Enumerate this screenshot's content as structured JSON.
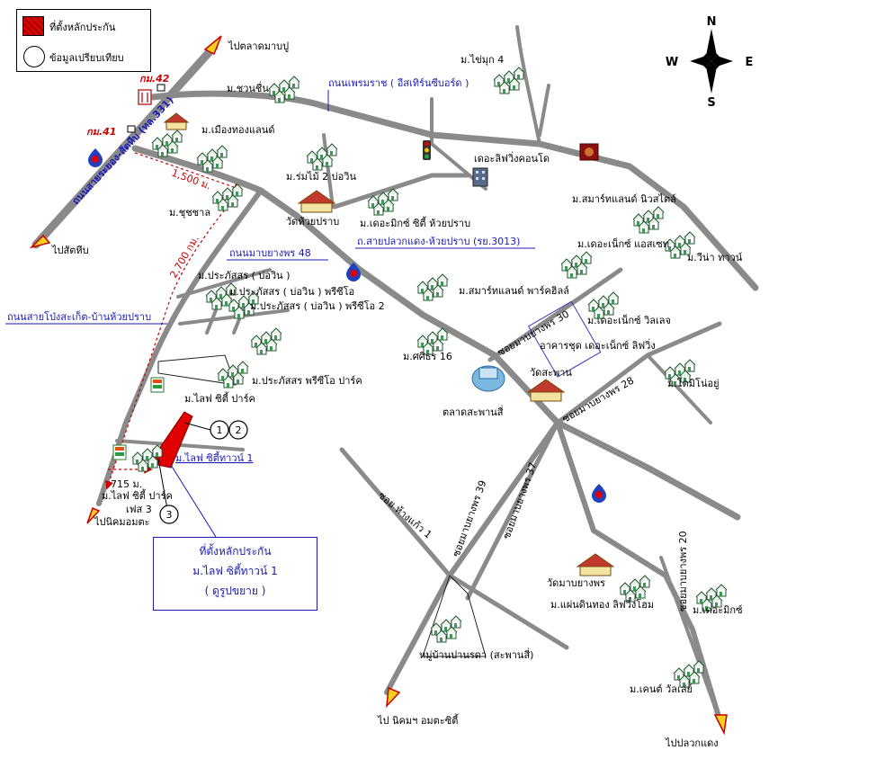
{
  "legend": {
    "collateral_label": "ที่ตั้งหลักประกัน",
    "comparable_label": "ข้อมูลเปรียบเทียบ"
  },
  "compass": {
    "n": "N",
    "s": "S",
    "e": "E",
    "w": "W"
  },
  "callout": {
    "line1": "ที่ตั้งหลักประกัน",
    "line2": "ม.ไลฟ ซิตี้ทาวน์ 1",
    "line3": "( ดูรูปขยาย )"
  },
  "roads": {
    "phetkasem": "ถนนเพรมราช ( อีสเทิร์นซีบอร์ด )",
    "sai_plong": "ถ.สายปลวกแดง-ห้วยปราบ (รย.3013)",
    "mabyangporn_48": "ถนนมาบยางพร 48",
    "sai_pong": "ถนนสายโป่งสะเก็ต-บ้านห้วยปราบ",
    "main_diag": "ถนนสายระยอง-สัตหีบ (ทล.331)",
    "soi_30": "ซอยมาบยางพร 30",
    "soi_28": "ซอยมาบยางพร 28",
    "soi_39": "ซอยมาบยางพร 39",
    "soi_37": "ซอยมาบยางพร 37",
    "soi_20": "ซอยมาบยางพร 20",
    "soi_hang": "ซอย ห้างแก้ว 1"
  },
  "km_markers": {
    "km42": "กม.42",
    "km41": "กม.41"
  },
  "distances": {
    "d1500": "1,500 ม.",
    "d2700": "2,700 กม.",
    "d715": "715 ม."
  },
  "directions": {
    "to_market": "ไปตลาดมาบปู",
    "to_sattahip": "ไปสัตหีบ",
    "to_estate": "ไปนิคมอมตะ",
    "to_amata": "ไป นิคมฯ อมตะซิตี้",
    "to_pluak": "ไปปลวกแดง"
  },
  "places": {
    "chuanchuen": "ม.ชวนชื่น",
    "mueangthong": "ม.เมืองทองแลนด์",
    "chutchada": "ม.ชุชชาล",
    "rommai": "ม.ร่มไม้ 2 บ่อวิน",
    "watkhuaiprab": "วัดห้วยปราบ",
    "themix": "ม.เดอะมิกซ์ ซิตี้ ห้วยปราบ",
    "saimuk": "ม.ไข่มุก 4",
    "living_condo": "เดอะลิฟวิ่งคอนโด",
    "smart_new": "ม.สมาร์ทแลนด์ นิวสไตล์",
    "next_ass": "ม.เดอะเน็กซ์ แอสเซท",
    "viva": "ม.วีน่า ทาวน์",
    "smart_park": "ม.สมาร์ทแลนด์ พาร์คฮิลล์",
    "next_village": "ม.เดอะเน็กซ์ วิลเลจ",
    "condo_next": "อาคารชุด เดอะเน็กซ์ ลิฟวิ่ง",
    "watsaphan": "วัดสะพาน",
    "market_saphan": "ตลาดสะพานสี่",
    "sasiri": "ม.ศศิธร 16",
    "domino": "ม.โดมิโน่อยู่",
    "prasat1": "ม.ประภัสสร ( บ่อวิน )",
    "prasat2": "ม.ประภัสสร ( บ่อวิน ) พรีซีโอ",
    "prasat3": "ม.ประภัสสร ( บ่อวิน ) พรีซีโอ 2",
    "prasat_park": "ม.ประภัสสร พรีซีโอ ปาร์ค",
    "life_park": "ม.ไลฟ ซิตี้ ปาร์ค",
    "life_town": "ม.ไลฟ ซิตี้ทาวน์ 1",
    "life_park3a": "ม.ไลฟ ซิตี้ ปาร์ค",
    "life_park3b": "เฟส 3",
    "watmabyang": "วัดมาบยางพร",
    "maenin": "ม.แผ่นดินทอง ลิฟวิ่งโฮม",
    "themix2": "ม.เดอะมิกซ์",
    "kent": "ม.เคนต์ วัลเล่ย์",
    "phana": "หมู่บ้านปานรดา (สะพานสี่)"
  },
  "markers": {
    "m1": "1",
    "m2": "2",
    "m3": "3"
  },
  "colors": {
    "road": "#8a8a8a",
    "collateral": "#e00000",
    "label_blue": "#1b1bb5",
    "arrow": "#f0d020"
  }
}
